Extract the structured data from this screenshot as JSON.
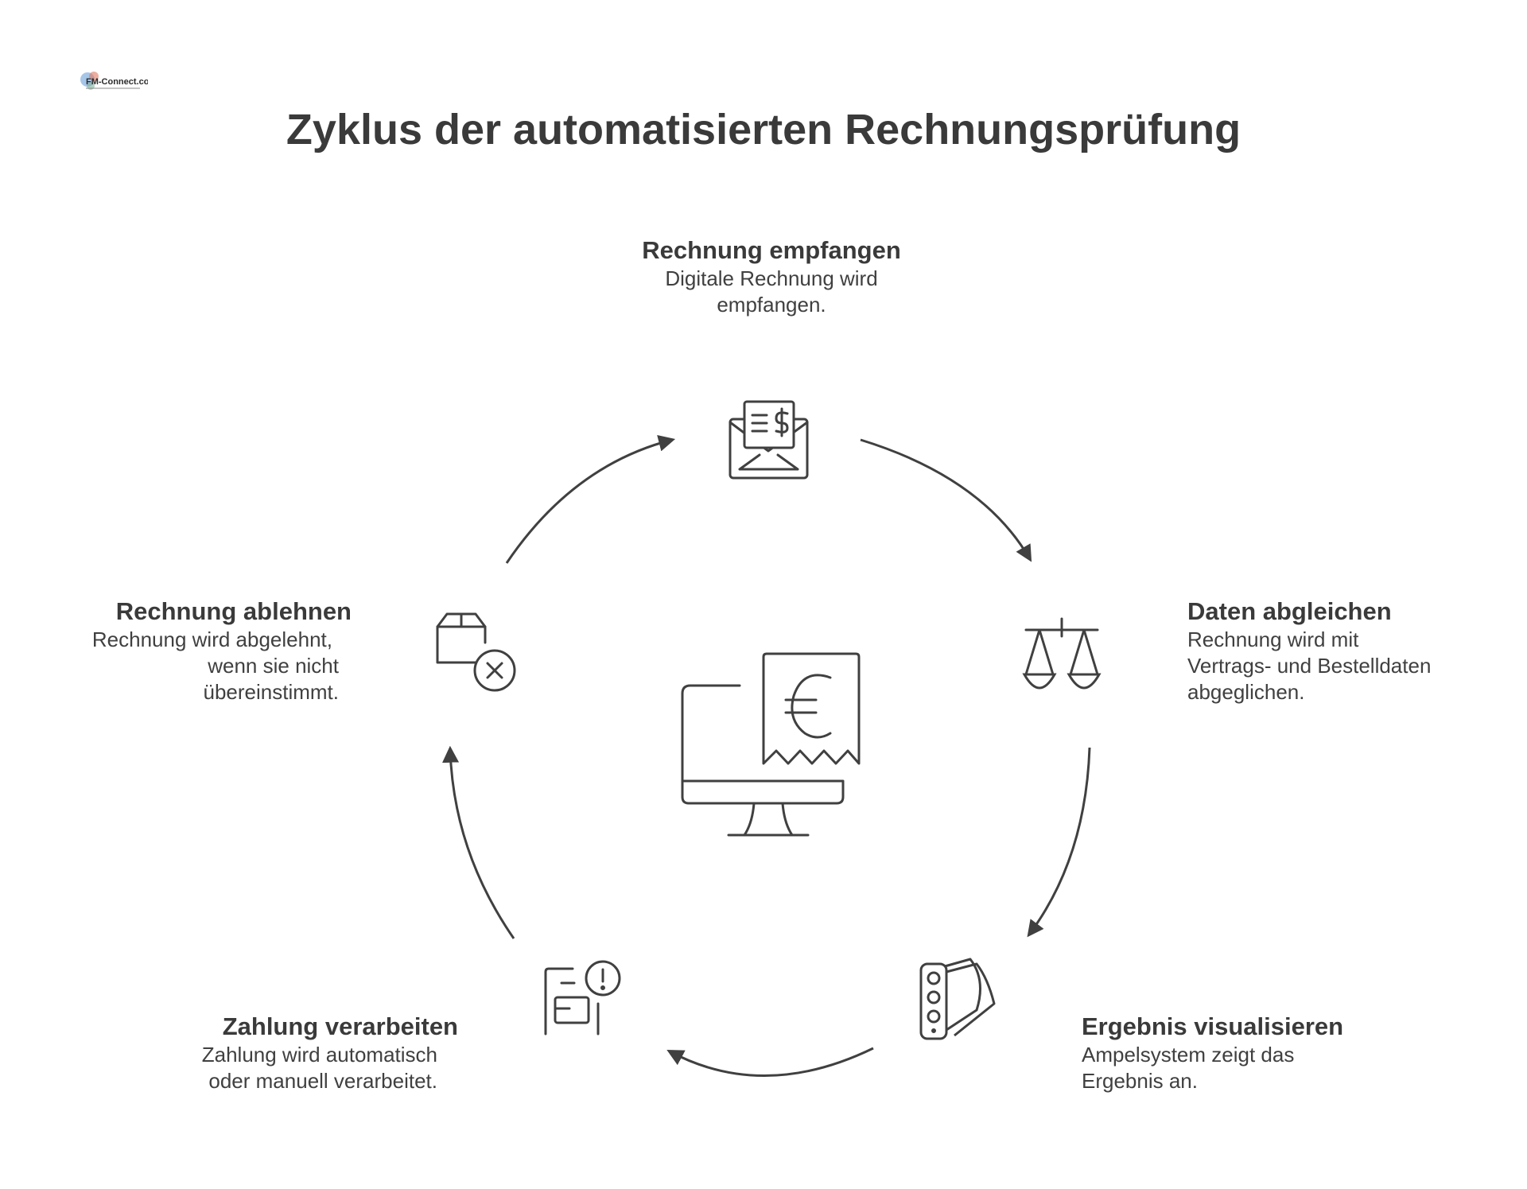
{
  "title": "Zyklus der automatisierten Rechnungsprüfung",
  "logo_text": "FM-Connect.com",
  "accent_color": "#404040",
  "steps": [
    {
      "title": "Rechnung empfangen",
      "line1": "Digitale Rechnung wird",
      "line2": "empfangen.",
      "line3": "",
      "icon": "invoice-envelope-icon"
    },
    {
      "title": "Daten abgleichen",
      "line1": "Rechnung wird mit",
      "line2": "Vertrags- und Bestelldaten",
      "line3": "abgeglichen.",
      "icon": "scales-icon"
    },
    {
      "title": "Ergebnis visualisieren",
      "line1": "Ampelsystem zeigt das",
      "line2": "Ergebnis an.",
      "line3": "",
      "icon": "traffic-light-icon"
    },
    {
      "title": "Zahlung verarbeiten",
      "line1": "Zahlung wird automatisch",
      "line2": "oder manuell verarbeitet.",
      "line3": "",
      "icon": "payment-card-alert-icon"
    },
    {
      "title": "Rechnung ablehnen",
      "line1": "Rechnung wird abgelehnt,",
      "line2": "wenn sie nicht",
      "line3": "übereinstimmt.",
      "icon": "rejected-package-icon"
    }
  ],
  "center_icon": "computer-euro-receipt-icon"
}
